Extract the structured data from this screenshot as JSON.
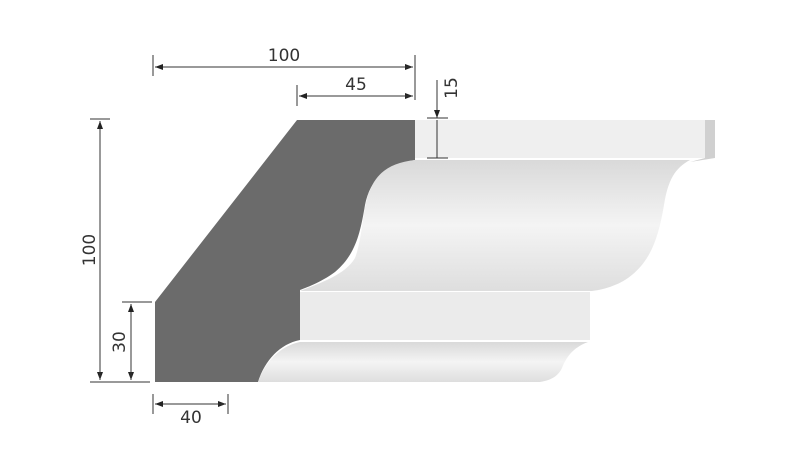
{
  "dimensions": {
    "top_total": "100",
    "top_projection": "45",
    "top_band": "15",
    "height_total": "100",
    "bottom_height": "30",
    "bottom_width": "40"
  },
  "colors": {
    "wall_section": "#6b6b6b",
    "molding": "#ededed",
    "line": "#333333"
  }
}
